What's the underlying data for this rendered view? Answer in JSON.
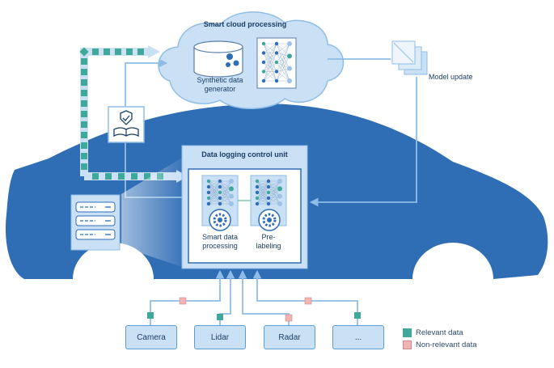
{
  "cloud": {
    "title": "Smart cloud processing",
    "generator_line1": "Synthetic data",
    "generator_line2": "generator"
  },
  "model_update": "Model update",
  "control_unit": {
    "title": "Data logging control unit",
    "smart_line1": "Smart data",
    "smart_line2": "processing",
    "pre_line1": "Pre-",
    "pre_line2": "labeling"
  },
  "sensors": [
    "Camera",
    "Lidar",
    "Radar",
    "..."
  ],
  "legend": {
    "relevant": "Relevant data",
    "non_relevant": "Non-relevant data"
  },
  "colors": {
    "car_body": "#2f6db5",
    "relevant": "#3fa89b",
    "non_relevant": "#f2b3b3",
    "light_blue": "#c9e0f5",
    "line": "#8fbde6"
  }
}
